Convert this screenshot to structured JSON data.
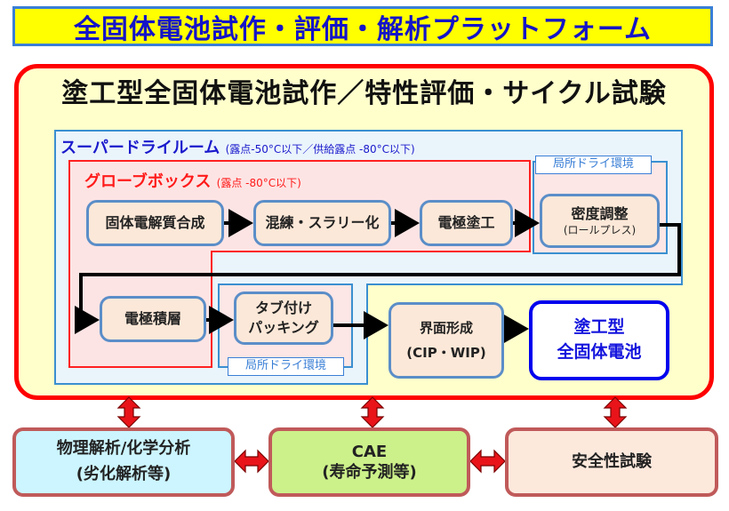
{
  "banner": {
    "title": "全固体電池試作・評価・解析プラットフォーム"
  },
  "main": {
    "title": "塗工型全固体電池試作／特性評価・サイクル試験",
    "super_dry_room": {
      "label": "スーパードライルーム",
      "condition": "(露点-50°C以下／供給露点 -80°C以下)"
    },
    "glove_box": {
      "label": "グローブボックス",
      "condition": "(露点 -80°C以下)"
    },
    "local_dry_label": "局所ドライ環境",
    "processes": [
      {
        "label": "固体電解質合成",
        "sub": ""
      },
      {
        "label": "混練・スラリー化",
        "sub": ""
      },
      {
        "label": "電極塗工",
        "sub": ""
      },
      {
        "label": "密度調整",
        "sub": "(ロールプレス)"
      },
      {
        "label": "電極積層",
        "sub": ""
      },
      {
        "label": "タブ付け",
        "sub": "パッキング"
      },
      {
        "label": "界面形成",
        "sub": "(CIP・WIP)"
      }
    ],
    "product": {
      "line1": "塗工型",
      "line2": "全固体電池"
    }
  },
  "related": [
    {
      "line1": "物理解析/化学分析",
      "line2": "(劣化解析等)"
    },
    {
      "line1": "CAE",
      "line2": "(寿命予測等)"
    },
    {
      "line1": "安全性試験",
      "line2": ""
    }
  ],
  "colors": {
    "banner_bg": "#ffff00",
    "banner_text": "#1414c8",
    "main_border": "#ff0000",
    "main_bg": "#ffffcc",
    "super_dry_room": "#3a7fd6",
    "glove_box": "#ff1a1a",
    "process_bg": "#fce8d8",
    "product_border": "#0000ee"
  }
}
